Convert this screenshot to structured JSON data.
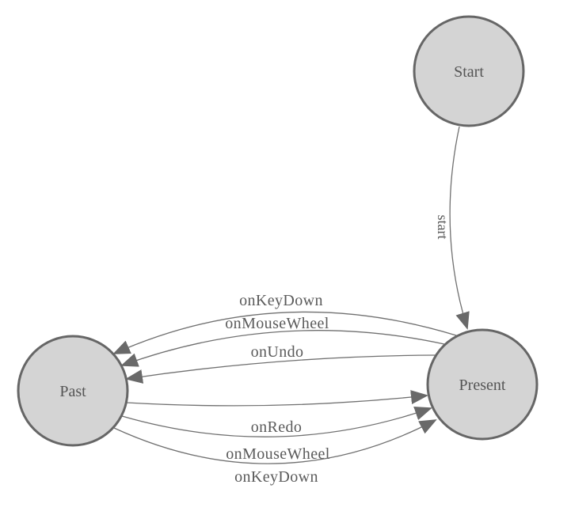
{
  "diagram": {
    "type": "finite-state-machine",
    "background_color": "#ffffff",
    "colors": {
      "node_fill": "#d4d4d4",
      "node_border": "#666666",
      "edge_line": "#707070",
      "arrowhead": "#696969",
      "label_text": "#5a5a5a"
    },
    "nodes": [
      {
        "id": "start",
        "label": "Start"
      },
      {
        "id": "present",
        "label": "Present"
      },
      {
        "id": "past",
        "label": "Past"
      }
    ],
    "edges": [
      {
        "from": "start",
        "to": "present",
        "label": "start"
      },
      {
        "from": "present",
        "to": "past",
        "label": "onKeyDown"
      },
      {
        "from": "present",
        "to": "past",
        "label": "onMouseWheel"
      },
      {
        "from": "present",
        "to": "past",
        "label": "onUndo"
      },
      {
        "from": "past",
        "to": "present",
        "label": "onRedo"
      },
      {
        "from": "past",
        "to": "present",
        "label": "onMouseWheel"
      },
      {
        "from": "past",
        "to": "present",
        "label": "onKeyDown"
      }
    ]
  }
}
